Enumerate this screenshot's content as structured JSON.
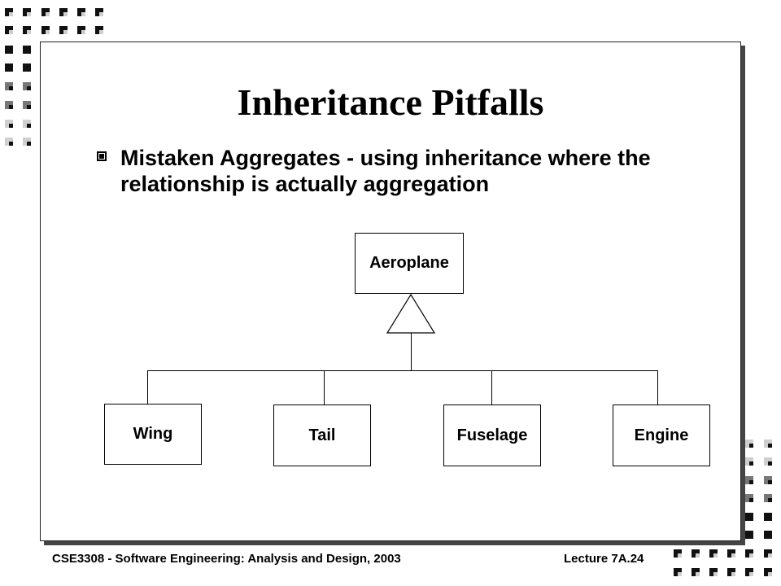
{
  "slide": {
    "title": "Inheritance Pitfalls",
    "bullet": "Mistaken Aggregates - using inheritance where the relationship is actually aggregation"
  },
  "diagram": {
    "parent": "Aeroplane",
    "children": [
      "Wing",
      "Tail",
      "Fuselage",
      "Engine"
    ]
  },
  "footer": {
    "left": "CSE3308 - Software Engineering: Analysis and Design, 2003",
    "right": "Lecture 7A.24"
  },
  "colors": {
    "square_dark": "#111111",
    "square_mid": "#777777",
    "square_light": "#cfcfcf"
  }
}
